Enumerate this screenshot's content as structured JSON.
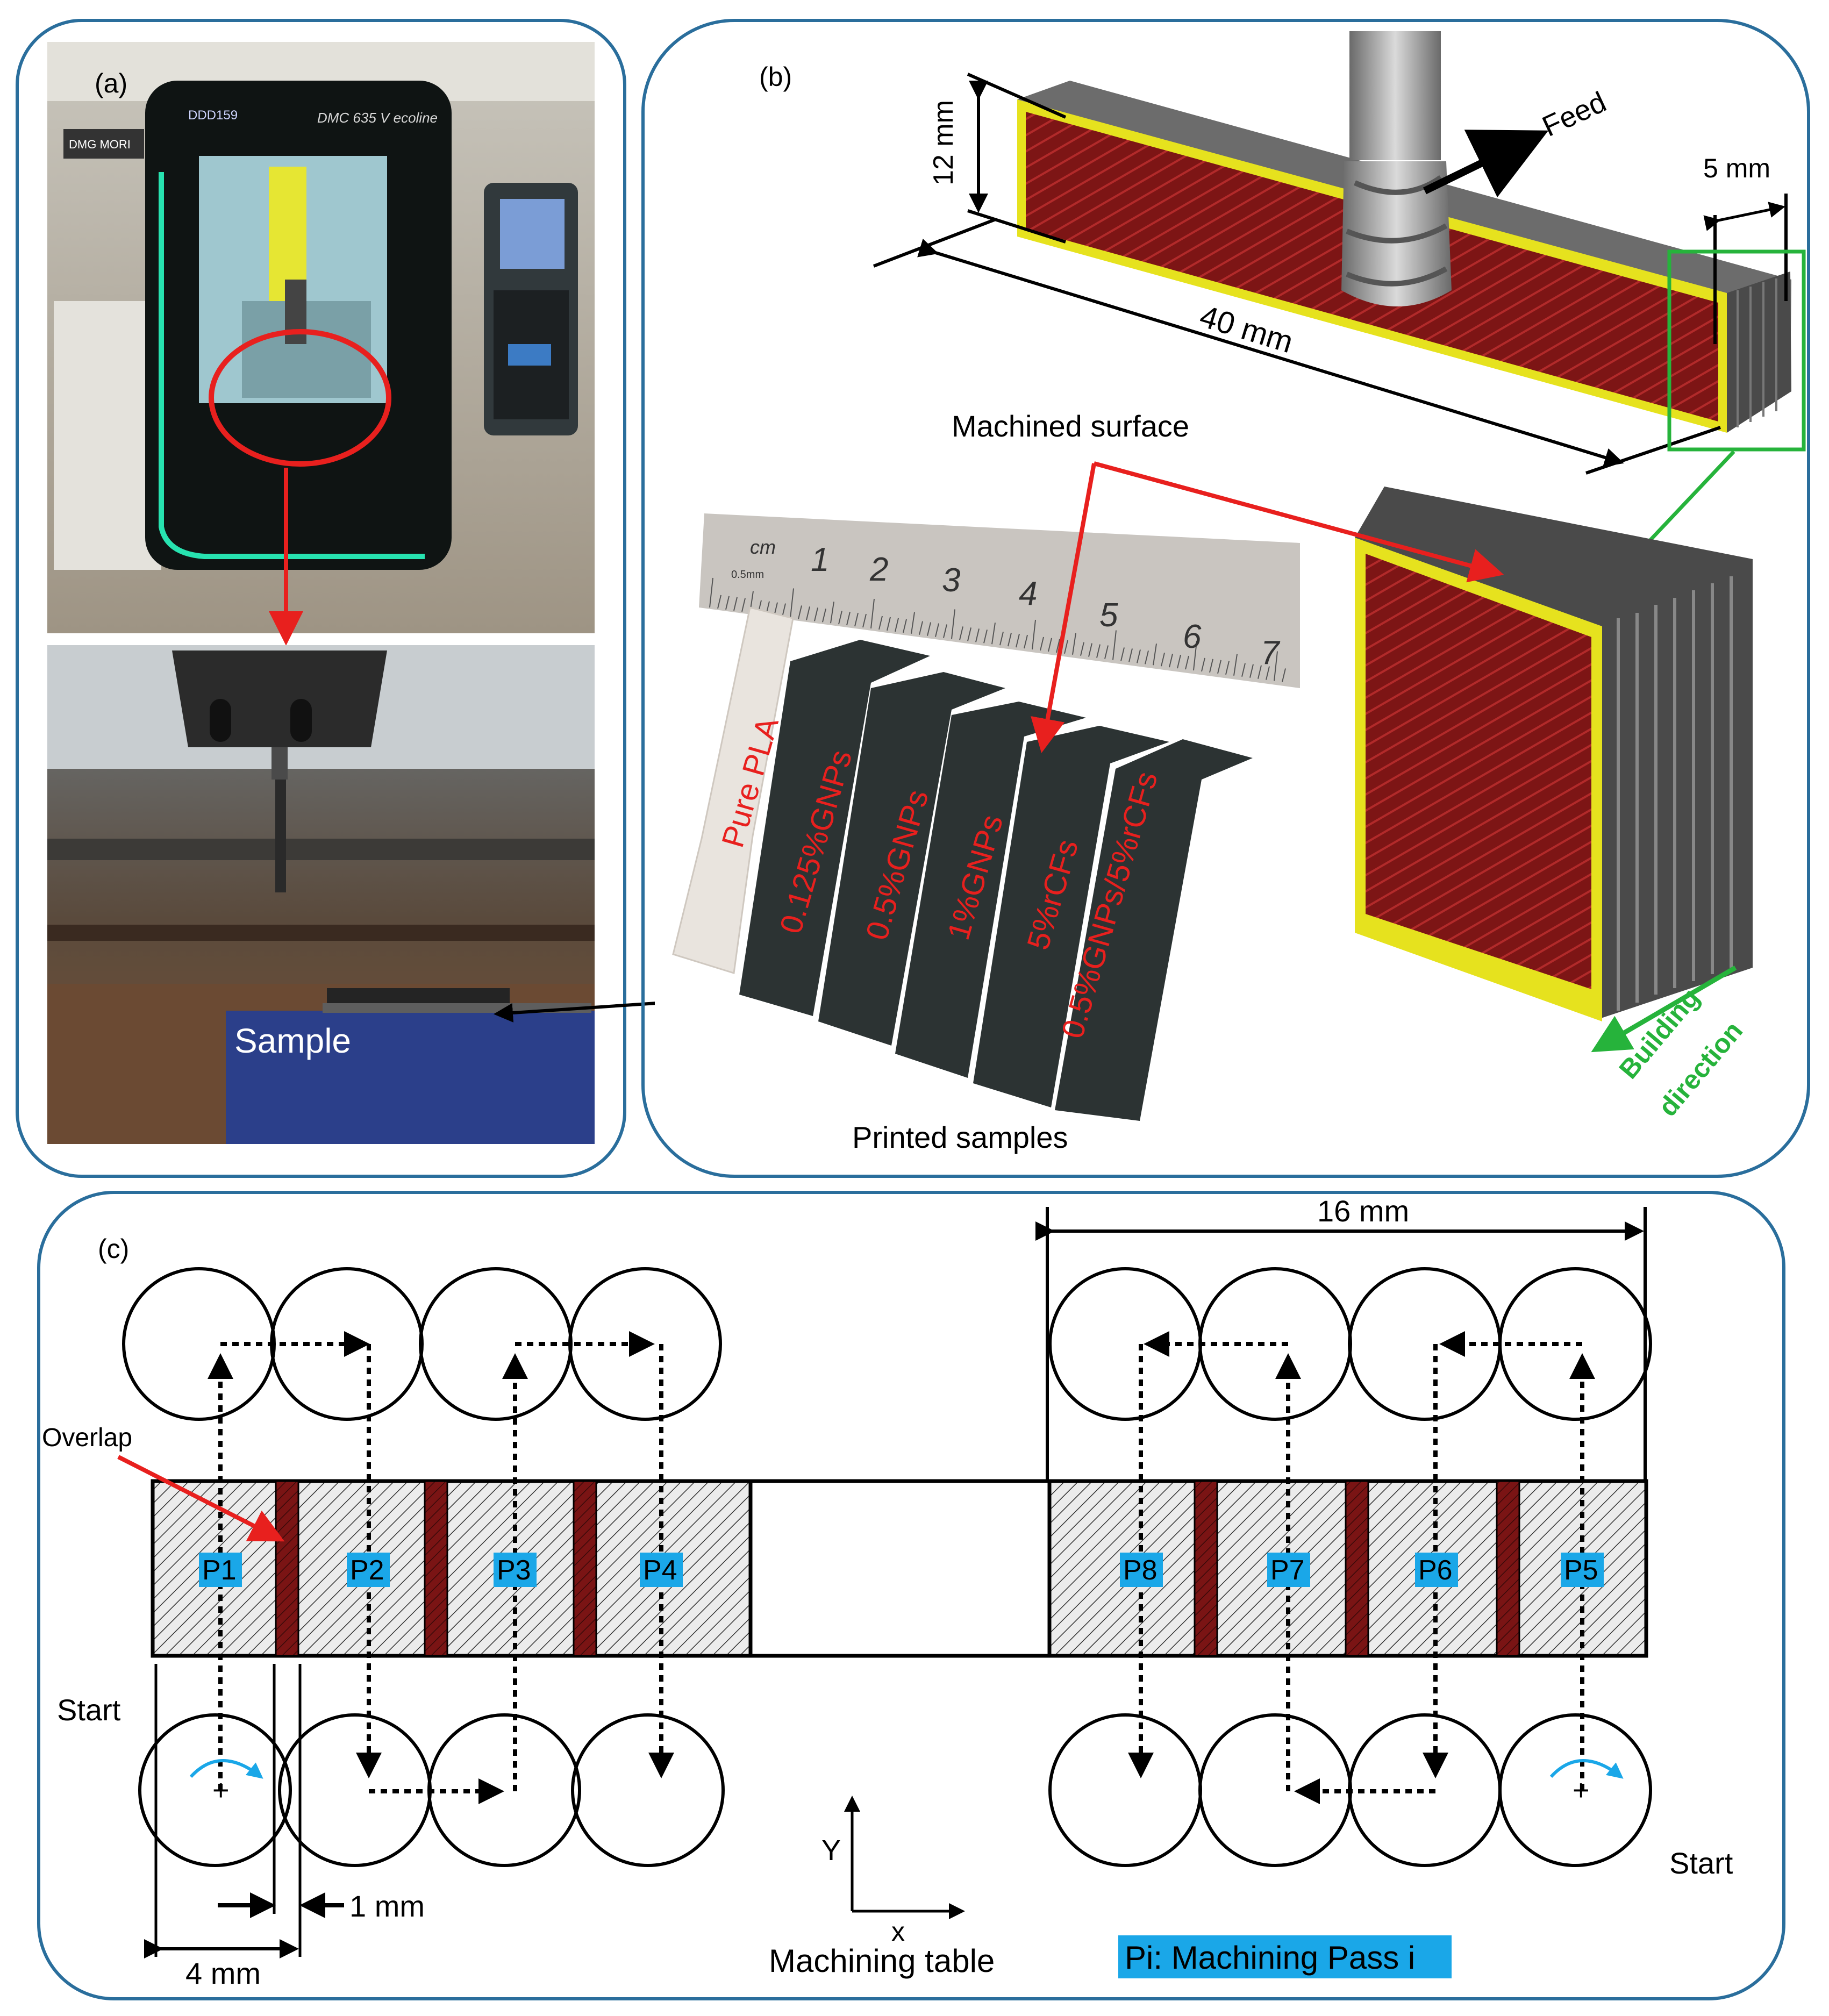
{
  "panel_a": {
    "label": "(a)",
    "machine_badge": "DMC 635 V ecoline",
    "machine_number": "DDD159",
    "brand": "DMG MORI",
    "sample_label": "Sample"
  },
  "panel_b": {
    "label": "(b)",
    "dim_height": "12 mm",
    "dim_length": "40 mm",
    "dim_width": "5 mm",
    "feed_label": "Feed",
    "machined_surface_label": "Machined surface",
    "printed_samples_label": "Printed samples",
    "building_direction_label": [
      "Building",
      "direction"
    ],
    "ruler_numbers": [
      "cm",
      "1",
      "2",
      "3",
      "4",
      "5",
      "6",
      "7"
    ],
    "ruler_unit": "0.5mm",
    "samples": [
      "Pure PLA",
      "0.125%GNPs",
      "0.5%GNPs",
      "1%GNPs",
      "5%rCFs",
      "0.5%GNPs/5%rCFs"
    ]
  },
  "panel_c": {
    "label": "(c)",
    "dim_top": "16 mm",
    "overlap_label": "Overlap",
    "start_left": "Start",
    "start_right": "Start",
    "dim_gap": "1 mm",
    "dim_tool": "4 mm",
    "axis_y": "Y",
    "axis_x": "x",
    "table_label": "Machining table",
    "legend": "Pi: Machining Pass i",
    "passes_left": [
      "P1",
      "P2",
      "P3",
      "P4"
    ],
    "passes_right": [
      "P8",
      "P7",
      "P6",
      "P5"
    ]
  },
  "colors": {
    "frame": "#2a6e9c",
    "accent_red": "#e8201e",
    "resin_dark_red": "#7a1414",
    "pass_label_bg": "#1aa7e8",
    "green": "#26b33b",
    "yellow": "#e6e21e"
  }
}
